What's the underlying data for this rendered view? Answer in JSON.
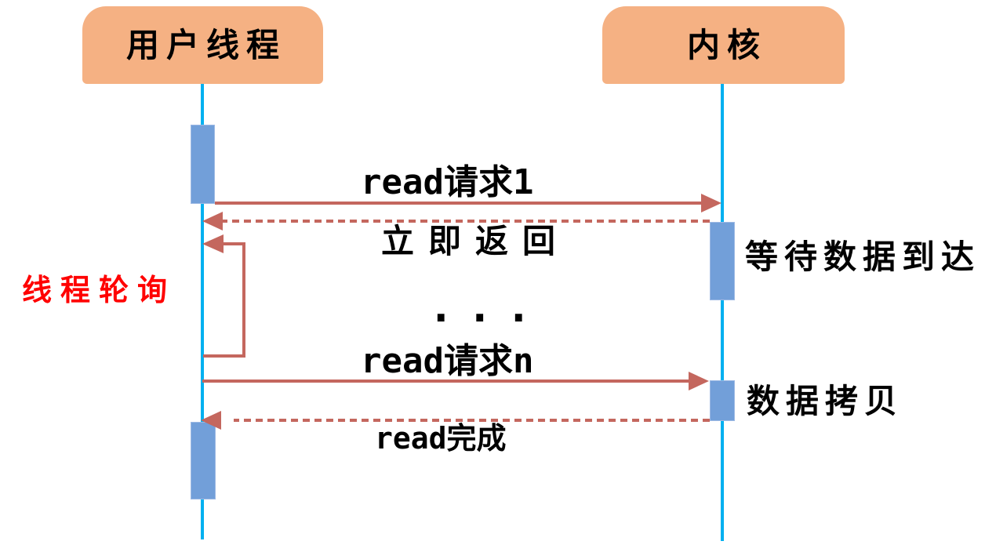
{
  "diagram": {
    "type": "sequence-diagram",
    "actors": [
      {
        "id": "user-thread",
        "label": "用户线程"
      },
      {
        "id": "kernel",
        "label": "内核"
      }
    ],
    "messages": [
      {
        "id": "read-request-1",
        "label": "read请求1",
        "style": "solid-arrow",
        "from": "user-thread",
        "to": "kernel"
      },
      {
        "id": "immediate-return",
        "label": "立即返回",
        "style": "dashed-arrow",
        "from": "kernel",
        "to": "user-thread"
      },
      {
        "id": "thread-polling",
        "label": "线程轮询",
        "style": "self-loop",
        "on": "user-thread"
      },
      {
        "id": "ellipsis",
        "label": "...",
        "style": "ellipsis"
      },
      {
        "id": "read-request-n",
        "label": "read请求n",
        "style": "solid-arrow",
        "from": "user-thread",
        "to": "kernel"
      },
      {
        "id": "read-complete",
        "label": "read完成",
        "style": "dashed-arrow",
        "from": "kernel",
        "to": "user-thread"
      }
    ],
    "annotations": [
      {
        "id": "wait-data-arrival",
        "label": "等待数据到达",
        "on": "kernel"
      },
      {
        "id": "data-copy",
        "label": "数据拷贝",
        "on": "kernel"
      }
    ],
    "colors": {
      "actor_fill": "#F5B183",
      "lifeline": "#00B0F0",
      "activation_fill": "#729FD9",
      "arrow": "#C4675E",
      "polling_label": "#FF0000",
      "text": "#000000"
    }
  }
}
